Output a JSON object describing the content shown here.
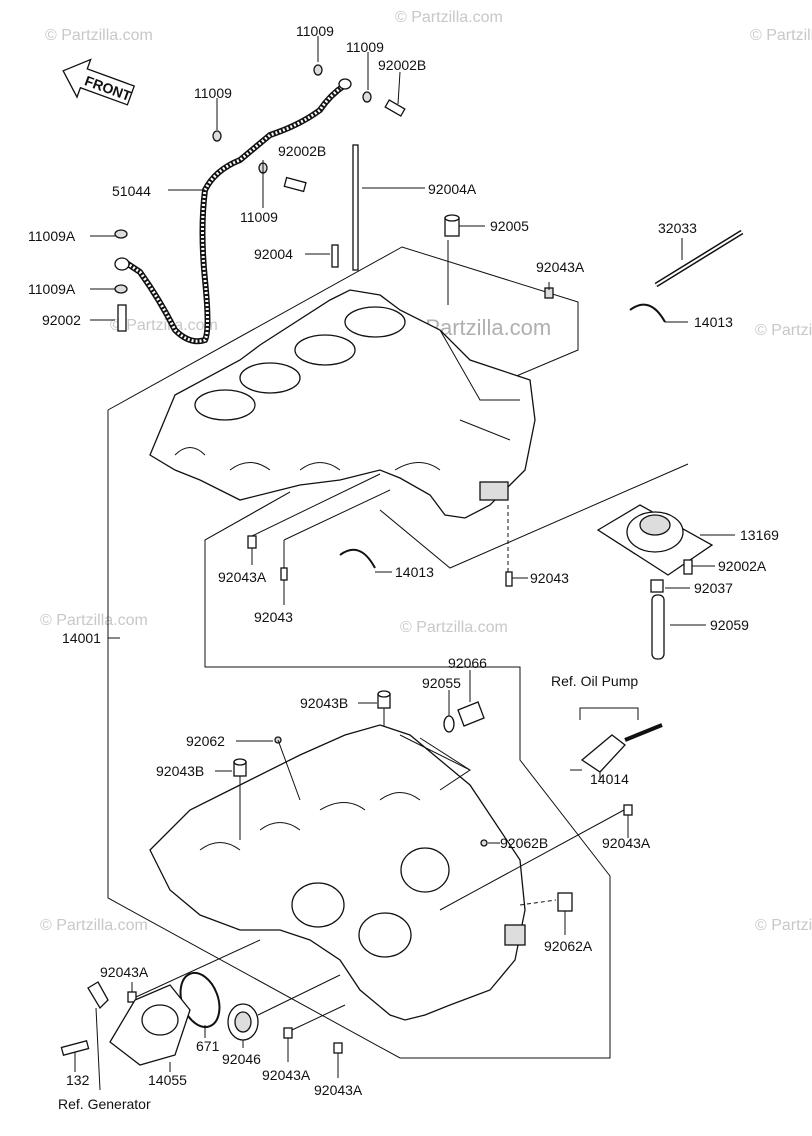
{
  "watermark": "© Partzilla.com",
  "front_arrow": "FRONT",
  "labels": {
    "l11009_top": "11009",
    "l11009_mid": "11009",
    "l11009_left": "11009",
    "l11009_low": "11009",
    "l92002b_top": "92002B",
    "l92002b_mid": "92002B",
    "l51044": "51044",
    "l92004a": "92004A",
    "l92005": "92005",
    "l32033": "32033",
    "l11009a_1": "11009A",
    "l11009a_2": "11009A",
    "l92004": "92004",
    "l92043a_top": "92043A",
    "l92002": "92002",
    "l14013_right": "14013",
    "l13169": "13169",
    "l92002a": "92002A",
    "l92037": "92037",
    "l92043a_mid": "92043A",
    "l14013_mid": "14013",
    "l92043_mid": "92043",
    "l92043_low": "92043",
    "l92059": "92059",
    "l14001": "14001",
    "l92066": "92066",
    "l92055": "92055",
    "lref_oil": "Ref. Oil Pump",
    "l92043b_top": "92043B",
    "l92062": "92062",
    "l92043b_left": "92043B",
    "l14014": "14014",
    "l92062b": "92062B",
    "l92043a_r": "92043A",
    "l92062a": "92062A",
    "l92043a_bl": "92043A",
    "l671": "671",
    "l92046": "92046",
    "l92043a_b1": "92043A",
    "l92043a_b2": "92043A",
    "l132": "132",
    "l14055": "14055",
    "lref_gen": "Ref. Generator"
  }
}
